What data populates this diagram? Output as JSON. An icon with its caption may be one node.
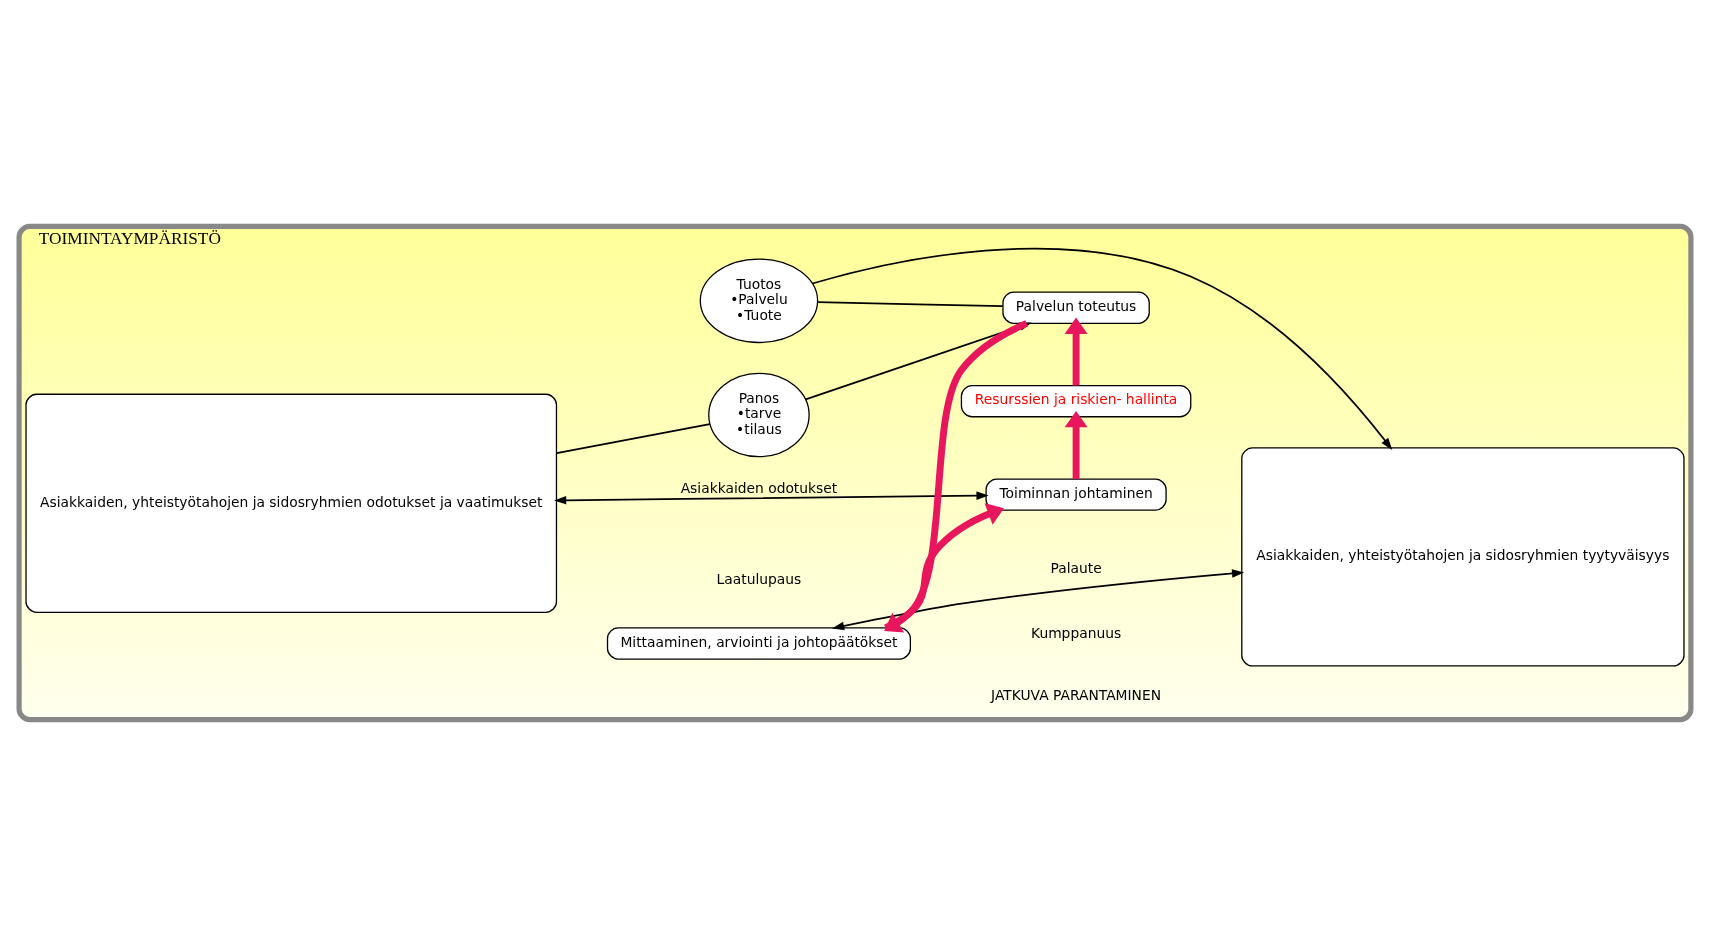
{
  "diagram": {
    "nodes": [
      {
        "text": [
          "TOIMINTAYMPÄRISTÖ"
        ]
      },
      {
        "text": [
          "Asiakkaiden, yhteistyötahojen ja sidosryhmien odotukset ja vaatimukset"
        ],
        "in": 0
      },
      {
        "text": [
          "Toiminnan johtaminen"
        ],
        "in": 0
      },
      {
        "text": [
          "Resurssien ja riskien- hallinta"
        ],
        "in": 0
      },
      {
        "text": [
          "Mittaaminen, arviointi ja johtopäätökset"
        ],
        "in": 0
      },
      {
        "text": [
          "Panos",
          "•tarve",
          "•tilaus"
        ],
        "in": 0
      },
      {
        "text": [
          "Palvelun toteutus"
        ],
        "in": 0
      },
      {
        "text": [
          "Tuotos",
          "•Palvelu",
          "•Tuote"
        ],
        "in": 0
      },
      {
        "text": [
          "Asiakkaiden, yhteistyötahojen ja sidosryhmien tyytyväisyys"
        ],
        "in": 0
      }
    ],
    "edges": [
      {
        "from": 1,
        "to": 2,
        "arrow": "both",
        "label": "Asiakkaiden odotukset"
      },
      {
        "from": 2,
        "to": 3,
        "arrow": "to",
        "style": "thick",
        "color": "#e8175d"
      },
      {
        "from": 3,
        "to": 6,
        "arrow": "to",
        "style": "thick",
        "color": "#e8175d"
      },
      {
        "from": 6,
        "to": 4,
        "arrow": "to",
        "style": "thick",
        "color": "#e8175d"
      },
      {
        "from": 4,
        "to": 2,
        "arrow": "to",
        "style": "thick",
        "color": "#e8175d"
      },
      {
        "from": 4,
        "to": 8,
        "arrow": "both",
        "label": "Palaute"
      },
      {
        "from": 1,
        "to": 5,
        "arrow": "none"
      },
      {
        "from": 5,
        "to": 6,
        "arrow": "to"
      },
      {
        "from": 6,
        "to": 7,
        "arrow": "none"
      },
      {
        "from": 7,
        "to": 8,
        "arrow": "to"
      }
    ],
    "labels": [
      "Laatulupaus",
      "JATKUVA PARANTAMINEN",
      "Kumppanuus"
    ]
  }
}
